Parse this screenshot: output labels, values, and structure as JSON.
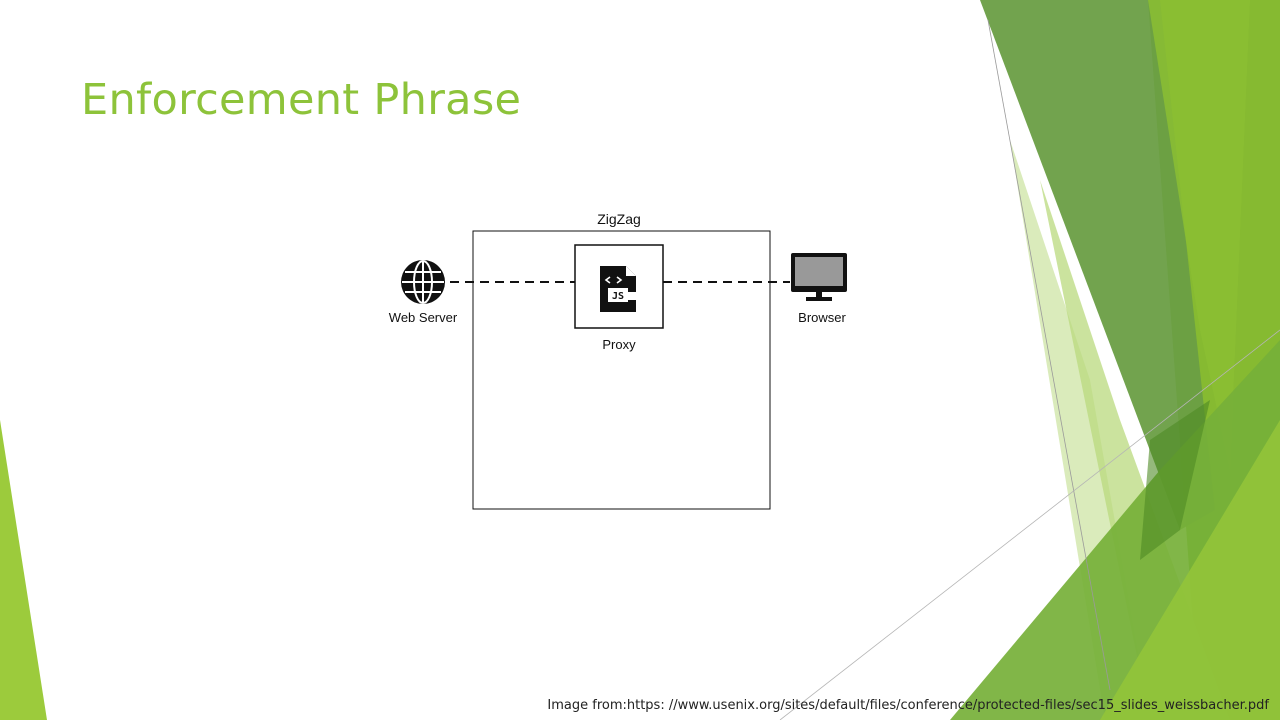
{
  "slide": {
    "title": "Enforcement Phrase",
    "caption": "Image from:https: //www.usenix.org/sites/default/files/conference/protected-files/sec15_slides_weissbacher.pdf"
  },
  "diagram": {
    "container_label": "ZigZag",
    "nodes": [
      {
        "label": "Web Server",
        "icon": "globe-icon"
      },
      {
        "label": "Proxy",
        "icon": "javascript-file-icon"
      },
      {
        "label": "Browser",
        "icon": "monitor-icon"
      }
    ],
    "connections": [
      {
        "from": "Web Server",
        "to": "Proxy",
        "style": "dashed"
      },
      {
        "from": "Proxy",
        "to": "Browser",
        "style": "dashed"
      }
    ]
  },
  "theme": {
    "title_color": "#8DC33A",
    "accent_light": "#A3CC43",
    "accent_mid": "#7FB833",
    "accent_dark": "#5E9A2E"
  }
}
